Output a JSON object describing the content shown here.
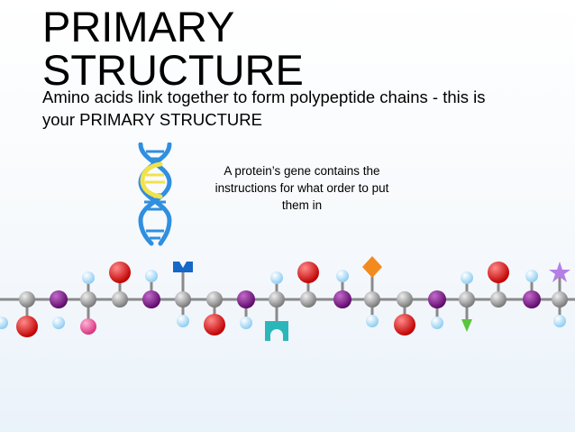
{
  "slide": {
    "title_line1": "PRIMARY",
    "title_line2": "STRUCTURE",
    "body": "Amino acids link together to form polypeptide chains - this is your PRIMARY STRUCTURE",
    "caption": "A protein’s gene contains the instructions for what order to put them in"
  },
  "colors": {
    "backbone": "#808080",
    "backbone_atom": "#a6a6a6",
    "oxygen": "#e01818",
    "hydrogen": "#a9dcf8",
    "nitrogen": "#7e1687",
    "dna": "#2f8fe0",
    "dna_highlight": "#f2e24a",
    "side_navy": "#1568c8",
    "side_teal": "#2bb7b9",
    "side_orange": "#f28a1e",
    "side_green": "#5ac63c",
    "side_pink": "#e8559e",
    "side_lavender": "#b57ee6"
  },
  "icons": {
    "dna": "dna-helix-icon",
    "chain": "amino-acid-chain"
  }
}
